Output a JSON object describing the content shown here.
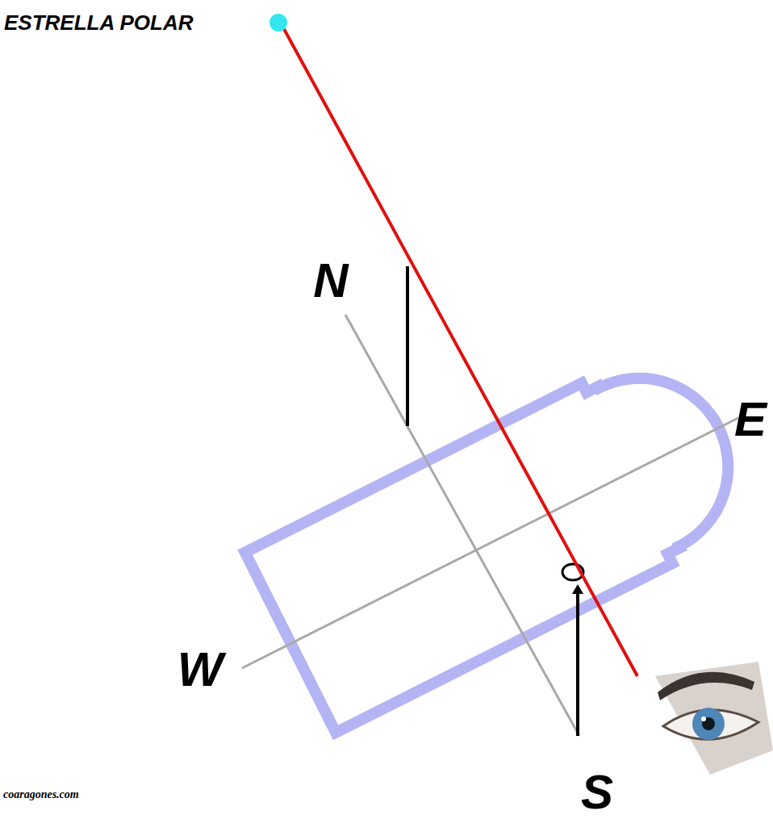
{
  "diagram": {
    "labels": [
      "ESTRELLA POLAR",
      "N",
      "E",
      "W",
      "S",
      "coaragones.com"
    ]
  }
}
